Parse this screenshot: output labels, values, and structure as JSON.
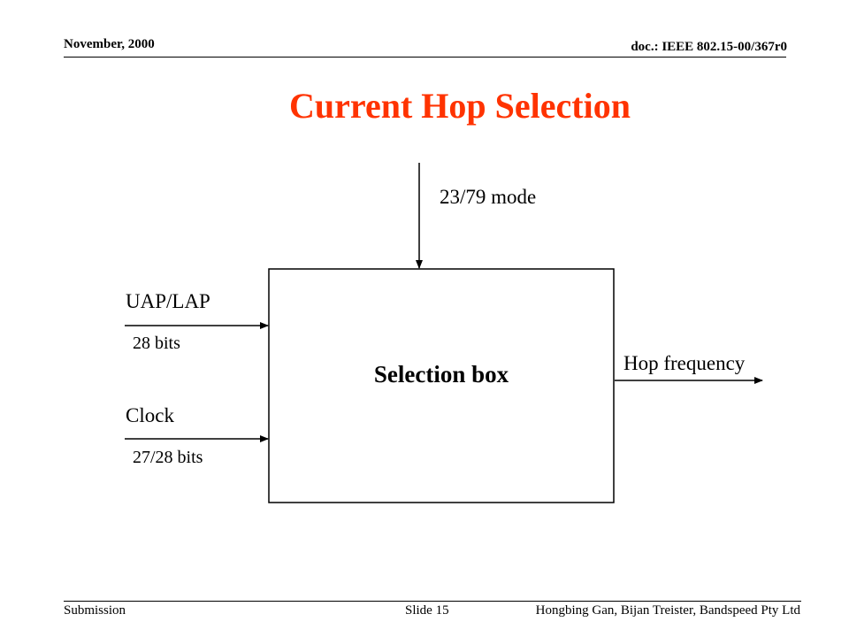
{
  "header": {
    "date": "November, 2000",
    "doc_id": "doc.: IEEE 802.15-00/367r0"
  },
  "slide": {
    "title": "Current Hop Selection",
    "title_color": "#ff3300"
  },
  "diagram": {
    "box_label": "Selection box",
    "top_input": "23/79 mode",
    "input_1_name": "UAP/LAP",
    "input_1_width": "28 bits",
    "input_2_name": "Clock",
    "input_2_width": "27/28 bits",
    "output": "Hop frequency"
  },
  "footer": {
    "left": "Submission",
    "center": "Slide 15",
    "right": "Hongbing Gan, Bijan Treister,  Bandspeed Pty Ltd"
  }
}
